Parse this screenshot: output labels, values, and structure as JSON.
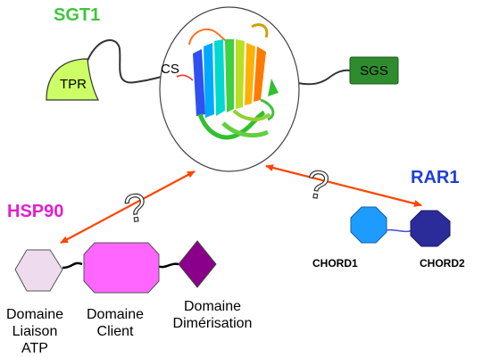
{
  "titles": {
    "sgt1": "SGT1",
    "hsp90": "HSP90",
    "rar1": "RAR1"
  },
  "sgt1_domains": {
    "tpr": "TPR",
    "cs": "CS",
    "sgs": "SGS"
  },
  "hsp90_domains": {
    "atp": [
      "Domaine",
      "Liaison",
      "ATP"
    ],
    "client": [
      "Domaine",
      "Client"
    ],
    "dimerisation": [
      "Domaine",
      "Dimérisation"
    ]
  },
  "rar1_domains": {
    "chord1": "CHORD1",
    "chord2": "CHORD2"
  },
  "question_marks": [
    "?",
    "?"
  ],
  "colors": {
    "sgt1": "#3ec63e",
    "hsp90": "#e020d0",
    "rar1": "#1e3fd8",
    "tpr_fill": "#ccff66",
    "sgs_fill": "#2e8b2e",
    "atp_fill": "#eedcee",
    "client_fill": "#ff66ff",
    "dim_fill": "#8b008b",
    "chord1_fill": "#1e9bff",
    "chord2_fill": "#2b2b9a",
    "arrow": "#ff4500"
  }
}
